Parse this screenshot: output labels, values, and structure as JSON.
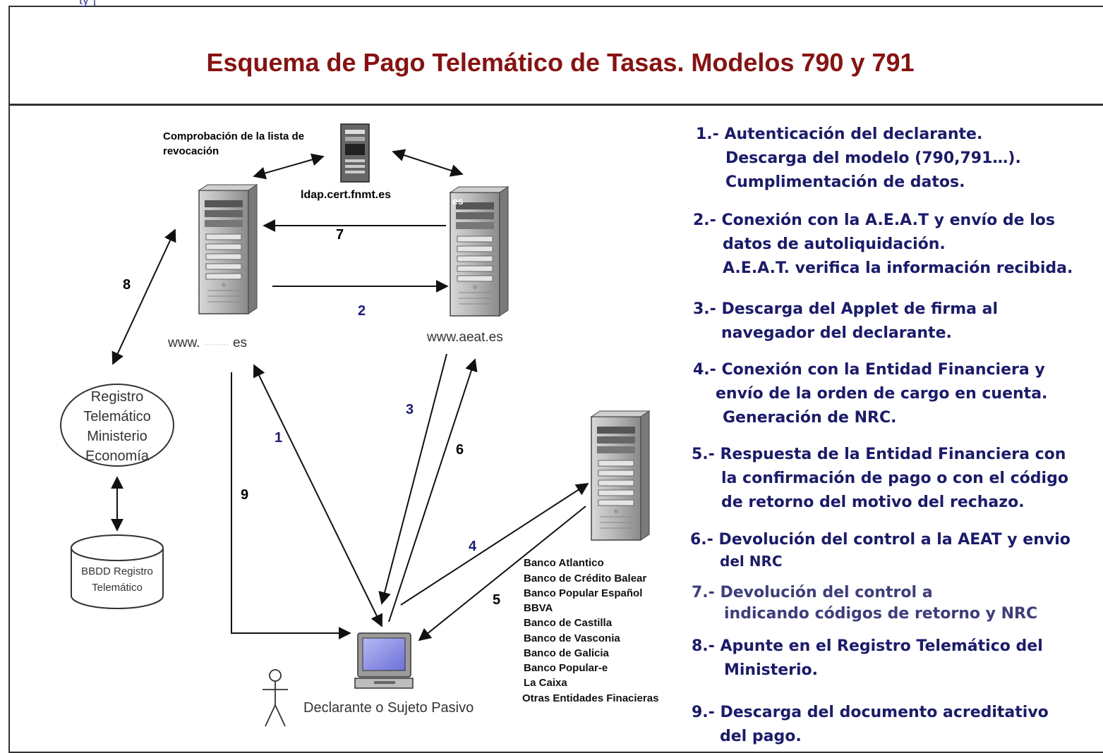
{
  "title": "Esquema de Pago Telemático de Tasas. Modelos 790 y 791",
  "top_fragment": "ty ¡",
  "nodes": {
    "revocation_label": [
      "Comprobación de la lista de",
      "revocación"
    ],
    "ldap": "ldap.cert.fnmt.es",
    "ministry_site": [
      "www.",
      "es"
    ],
    "ministry_redacted": "·········",
    "aeat_site": "www.aeat.es",
    "aeat_overlay": "es",
    "registry": [
      "Registro",
      "Telemático",
      "Ministerio",
      "Economía"
    ],
    "database": [
      "BBDD Registro",
      "Telemático"
    ],
    "user": "Declarante o Sujeto Pasivo"
  },
  "arrow_numbers": {
    "n1": "1",
    "n2": "2",
    "n3": "3",
    "n4": "4",
    "n5": "5",
    "n6": "6",
    "n7": "7",
    "n8": "8",
    "n9": "9"
  },
  "banks": [
    "Banco Atlantico",
    "Banco de Crédito Balear",
    "Banco Popular Español",
    "BBVA",
    "Banco de Castilla",
    "Banco de Vasconia",
    "Banco de Galicia",
    "Banco Popular-e",
    "La Caixa",
    "Otras Entidades Finacieras"
  ],
  "steps": [
    {
      "num": "1.-",
      "lines": [
        "Autenticación del declarante.",
        "Descarga del modelo (790,791…).",
        "Cumplimentación de datos."
      ]
    },
    {
      "num": "2.-",
      "lines": [
        "Conexión con la A.E.A.T y envío de los",
        "datos de autoliquidación.",
        "A.E.A.T. verifica la información recibida."
      ]
    },
    {
      "num": "3.-",
      "lines": [
        "Descarga del Applet de firma al",
        "navegador del declarante."
      ]
    },
    {
      "num": "4.-",
      "lines": [
        "Conexión con la Entidad Financiera y",
        "envío de la orden de cargo en cuenta.",
        "Generación de NRC."
      ]
    },
    {
      "num": "5.-",
      "lines": [
        "Respuesta de la Entidad Financiera con",
        "la confirmación de pago o con el código",
        "de retorno del motivo del rechazo."
      ]
    },
    {
      "num": "6.-",
      "lines": [
        "Devolución del control a la AEAT y envio",
        "del NRC"
      ]
    },
    {
      "num": "7.-",
      "lines": [
        "Devolución del control a",
        "indicando códigos de retorno y NRC"
      ]
    },
    {
      "num": "8.-",
      "lines": [
        "Apunte en el Registro Telemático del",
        "Ministerio."
      ]
    },
    {
      "num": "9.-",
      "lines": [
        "Descarga del documento acreditativo",
        "del pago."
      ]
    }
  ]
}
